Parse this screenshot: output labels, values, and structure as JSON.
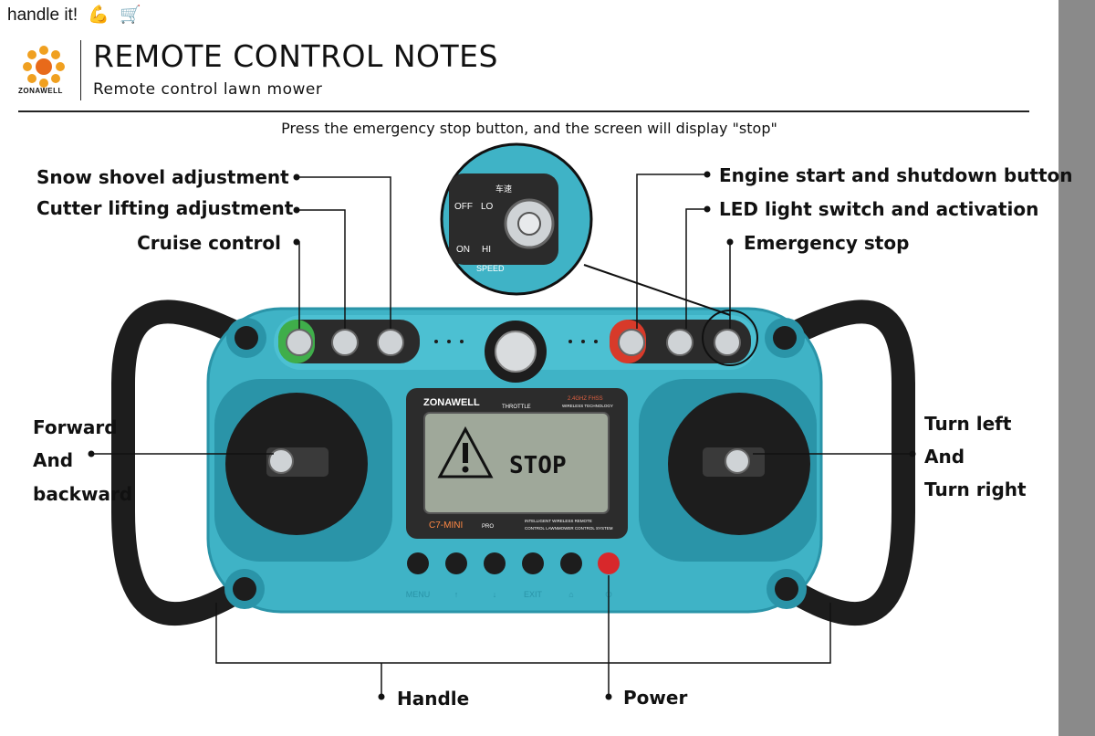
{
  "topline": {
    "text": "handle it!",
    "emoji1": "💪",
    "emoji2": "🛒"
  },
  "brand": {
    "logo_text": "ZONAWELL"
  },
  "header": {
    "title": "REMOTE CONTROL NOTES",
    "subtitle": "Remote control lawn mower"
  },
  "note": "Press the emergency stop button, and the screen will display \"stop\"",
  "labels": {
    "snow_shovel": "Snow shovel adjustment",
    "cutter_lifting": "Cutter lifting adjustment",
    "cruise": "Cruise control",
    "engine": "Engine start and shutdown button",
    "led": "LED light switch and activation",
    "estop": "Emergency stop",
    "forward": "Forward",
    "and_left": "And",
    "backward": "backward",
    "turn_left": "Turn left",
    "and_right": "And",
    "turn_right": "Turn right",
    "handle": "Handle",
    "power": "Power"
  },
  "device": {
    "brand": "ZONAWELL",
    "throttle": "THROTTLE",
    "freq": "2.4GHZ FHSS",
    "freq_sub": "WIRELESS TECHNOLOGY",
    "screen_text": "STOP",
    "model": "C7-MINI",
    "model_badge": "PRO",
    "tagline_1": "INTELLIGENT WIRELESS REMOTE",
    "tagline_2": "CONTROL LAWNMOWER CONTROL SYSTEM",
    "buttons": [
      "MENU",
      "↑",
      "↓",
      "EXIT",
      "⌂",
      "⏻"
    ],
    "zoom": {
      "top": "车速",
      "off": "OFF",
      "lo": "LO",
      "on": "ON",
      "hi": "HI",
      "speed": "SPEED"
    }
  },
  "colors": {
    "body": "#3fb3c6",
    "body_dark": "#2a94a8",
    "screen": "#9fa89a",
    "power": "#d8282b",
    "green": "#3fae4a",
    "red": "#d83a2a"
  }
}
